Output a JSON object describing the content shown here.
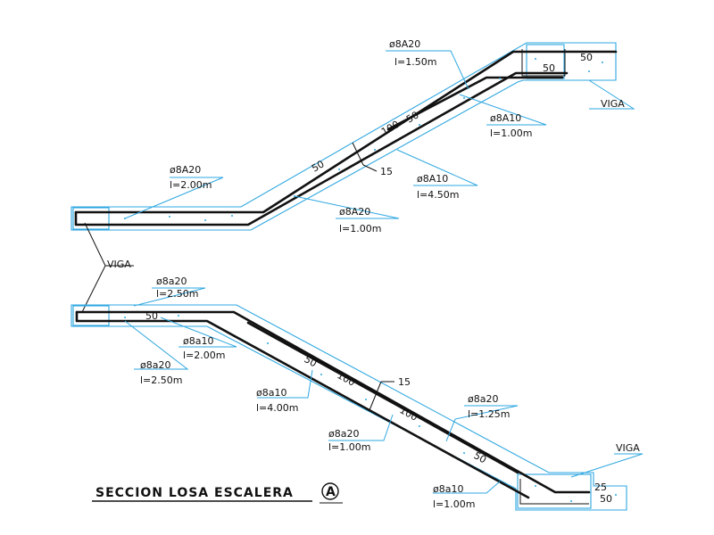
{
  "upper": {
    "bar_top_landing": {
      "spec": "ø8A20",
      "length": "l=1.50m"
    },
    "bar_slope_top": {
      "spec": "ø8A10",
      "length": "l=1.00m"
    },
    "bar_slope_main": {
      "spec": "ø8A10",
      "length": "l=4.50m"
    },
    "bar_bottom_bend": {
      "spec": "ø8A20",
      "length": "l=1.00m"
    },
    "bar_bottom_landing": {
      "spec": "ø8A20",
      "length": "l=2.00m"
    },
    "beam_label": "VIGA",
    "dims": {
      "d50_box": "50",
      "d50_box_inner": "50",
      "d50_slope": "50",
      "d100_slope": "100",
      "d50_slope_low": "50",
      "thickness": "15"
    }
  },
  "lower": {
    "bar_top_landing": {
      "spec": "ø8a20",
      "length": "l=2.50m"
    },
    "bar_top_bend": {
      "spec": "ø8a10",
      "length": "l=2.00m"
    },
    "bar_top_bottom": {
      "spec": "ø8a20",
      "length": "l=2.50m"
    },
    "bar_slope_main": {
      "spec": "ø8a10",
      "length": "l=4.00m"
    },
    "bar_slope_low": {
      "spec": "ø8a20",
      "length": "l=1.00m"
    },
    "bar_slope_right": {
      "spec": "ø8a20",
      "length": "l=1.25m"
    },
    "bar_bottom_landing": {
      "spec": "ø8a10",
      "length": "l=1.00m"
    },
    "beam_label_left": "VIGA",
    "beam_label_right": "VIGA",
    "dims": {
      "d50_top": "50",
      "d50_slope": "50",
      "d100_slope": "100",
      "d100_slope_low": "100",
      "d50_slope_low": "50",
      "thickness": "15",
      "d25_box": "25",
      "d50_box": "50"
    }
  },
  "title": {
    "text": "SECCION LOSA ESCALERA",
    "marker": "A"
  }
}
